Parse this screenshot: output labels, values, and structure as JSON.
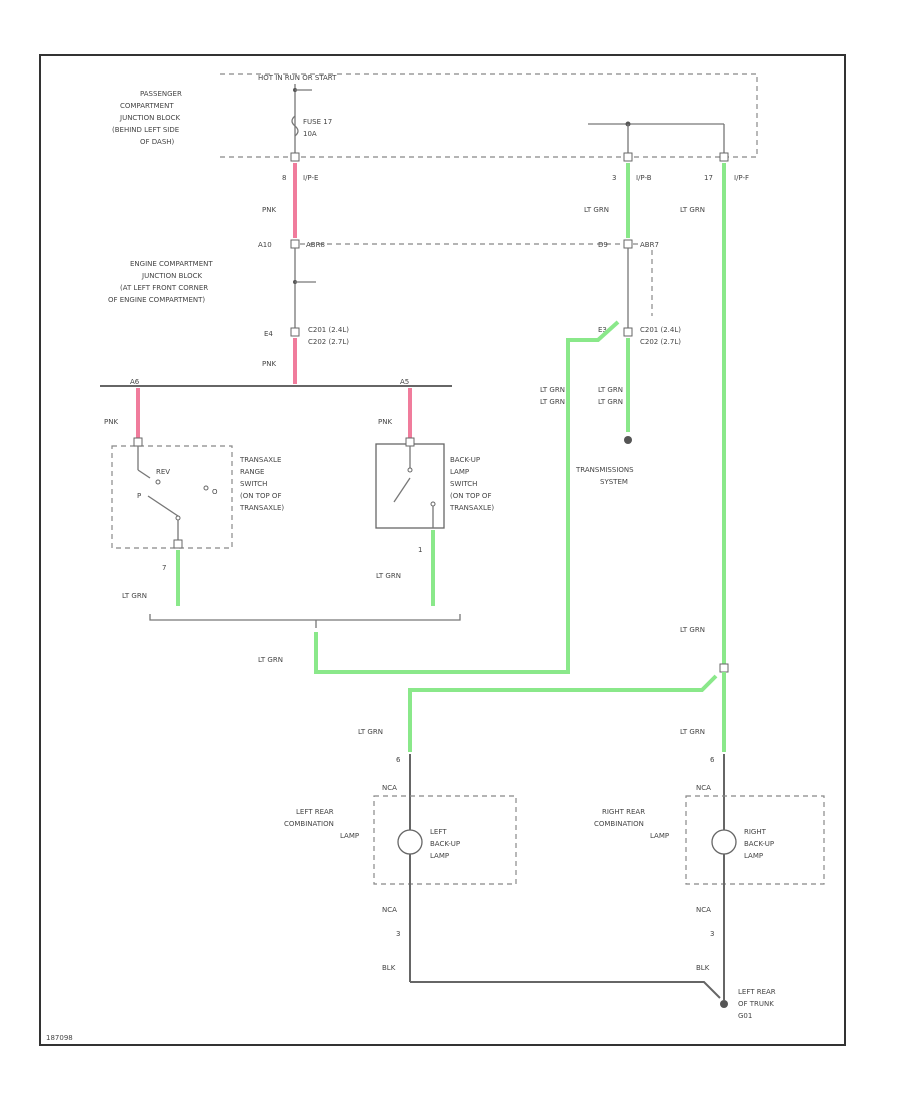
{
  "labels": {
    "hot_in_run": "HOT IN RUN OR START",
    "passenger_block": [
      "PASSENGER",
      "COMPARTMENT",
      "JUNCTION BLOCK",
      "(BEHIND LEFT SIDE",
      "OF DASH)"
    ],
    "fuse": [
      "FUSE 17",
      "10A"
    ],
    "pin_1": "8",
    "conn_1": "I/P-E",
    "pin_2": "3",
    "conn_2": "I/P-B",
    "pin_3": "17",
    "conn_3": "I/P-F",
    "pnk": "PNK",
    "lt_grn": "LT GRN",
    "blk": "BLK",
    "engine_block": [
      "ENGINE COMPARTMENT",
      "JUNCTION BLOCK",
      "(AT LEFT FRONT CORNER",
      "OF ENGINE COMPARTMENT)"
    ],
    "pin_a10": "A10",
    "conn_abr8": "ABR8",
    "pin_d9": "D9",
    "conn_abr7": "ABR7",
    "pin_e4": "E4",
    "pin_e3": "E3",
    "c_labels": [
      "C201 (2.4L)",
      "C202 (2.7L)"
    ],
    "splice_a": "A6",
    "splice_b": "A5",
    "trans_range": [
      "TRANSAXLE",
      "RANGE",
      "SWITCH",
      "(ON TOP OF",
      "TRANSAXLE)"
    ],
    "rev": "REV",
    "park_pos": "P",
    "other_pos": "O",
    "pin_7": "7",
    "pin_1b": "1",
    "backup_switch": [
      "BACK-UP",
      "LAMP",
      "SWITCH",
      "(ON TOP OF",
      "TRANSAXLE)"
    ],
    "trans_system": [
      "TRANSMISSIONS",
      "SYSTEM"
    ],
    "pin_6l": "6",
    "pin_6r": "6",
    "nca_l": "NCA",
    "nca_r": "NCA",
    "left_rear": [
      "LEFT REAR",
      "COMBINATION",
      "LAMP"
    ],
    "left_backup": [
      "LEFT",
      "BACK-UP",
      "LAMP"
    ],
    "right_rear": [
      "RIGHT REAR",
      "COMBINATION",
      "LAMP"
    ],
    "right_backup": [
      "RIGHT",
      "BACK-UP",
      "LAMP"
    ],
    "nca2_l": "NCA",
    "nca2_r": "NCA",
    "pin_3l": "3",
    "pin_3r": "3",
    "ground": [
      "LEFT REAR",
      "OF TRUNK",
      "G01"
    ],
    "footer_code": "187098"
  },
  "colors": {
    "pink_wire": "#f07c9c",
    "green_wire": "#8ae88a",
    "frame": "#333333"
  }
}
